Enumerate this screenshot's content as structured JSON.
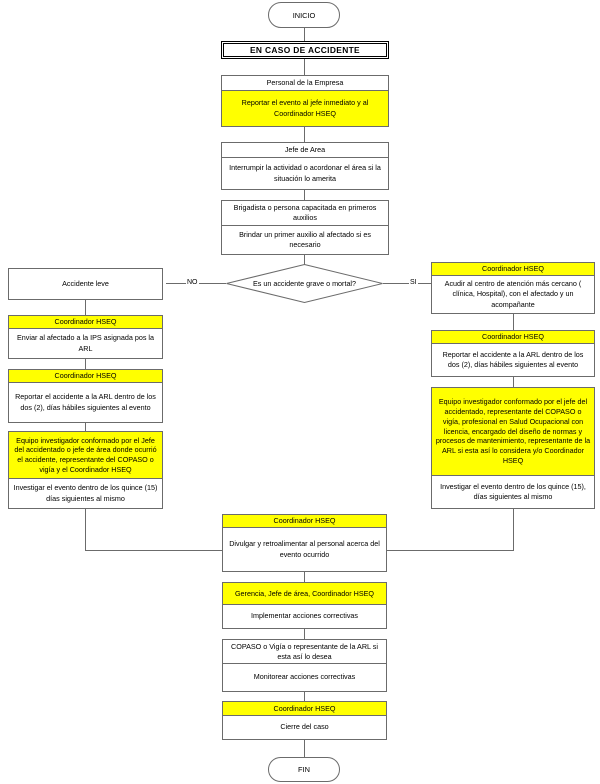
{
  "diagram": {
    "title": "EN CASO DE ACCIDENTE",
    "start_label": "INICIO",
    "end_label": "FIN",
    "colors": {
      "highlight": "#ffff00",
      "box_border": "#6b6b6b",
      "text": "#000000",
      "background": "#ffffff"
    },
    "decision": {
      "question": "Es un accidente grave o mortal?",
      "no_label": "NO",
      "si_label": "SI"
    },
    "nodes": {
      "personal_empresa": {
        "role": "Personal de la Empresa",
        "action": "Reportar el evento al jefe inmediato y al Coordinador HSEQ"
      },
      "jefe_area": {
        "role": "Jefe de Area",
        "action": "Interrumpir la actividad o acordonar el área si la situación lo amerita"
      },
      "brigadista": {
        "role": "Brigadista o persona capacitada en primeros auxilios",
        "action": "Brindar un primer auxilio al afectado si es necesario"
      },
      "accidente_leve": {
        "action": "Accidente leve"
      },
      "left_ips": {
        "role": "Coordinador HSEQ",
        "action": "Enviar al afectado a la IPS asignada pos la ARL"
      },
      "left_reportar": {
        "role": "Coordinador HSEQ",
        "action": "Reportar el accidente a la ARL dentro de los dos (2), días hábiles siguientes al evento"
      },
      "left_equipo": {
        "role": "Equipo investigador conformado por el Jefe del accidentado o jefe de área donde ocurrió el accidente, representante del COPASO o vigía y el Coordinador HSEQ",
        "action": "Investigar el evento dentro de los quince (15) días siguientes al mismo"
      },
      "right_acudir": {
        "role": "Coordinador HSEQ",
        "action": "Acudir al centro de atención más cercano ( clínica, Hospital), con el afectado y un acompañante"
      },
      "right_reportar": {
        "role": "Coordinador HSEQ",
        "action": "Reportar el accidente a la ARL dentro de los dos (2), días hábiles siguientes al evento"
      },
      "right_equipo": {
        "role": "Equipo investigador conformado por el jefe del accidentado, representante del COPASO o vigía, profesional en Salud Ocupacional con licencia, encargado del diseño de normas y procesos de mantenimiento, representante de la ARL si esta así lo considera y/o Coordinador HSEQ",
        "action": "Investigar el evento dentro de los quince (15), días siguientes al mismo"
      },
      "divulgar": {
        "role": "Coordinador HSEQ",
        "action": "Divulgar y retroalimentar al personal acerca del evento ocurrido"
      },
      "implementar": {
        "role": "Gerencia, Jefe de área, Coordinador HSEQ",
        "action": "Implementar acciones correctivas"
      },
      "monitorear": {
        "role": "COPASO o Vigía o representante de la ARL si esta así lo desea",
        "action": "Monitorear acciones correctivas"
      },
      "cierre": {
        "role": "Coordinador HSEQ",
        "action": "Cierre del caso"
      }
    }
  }
}
